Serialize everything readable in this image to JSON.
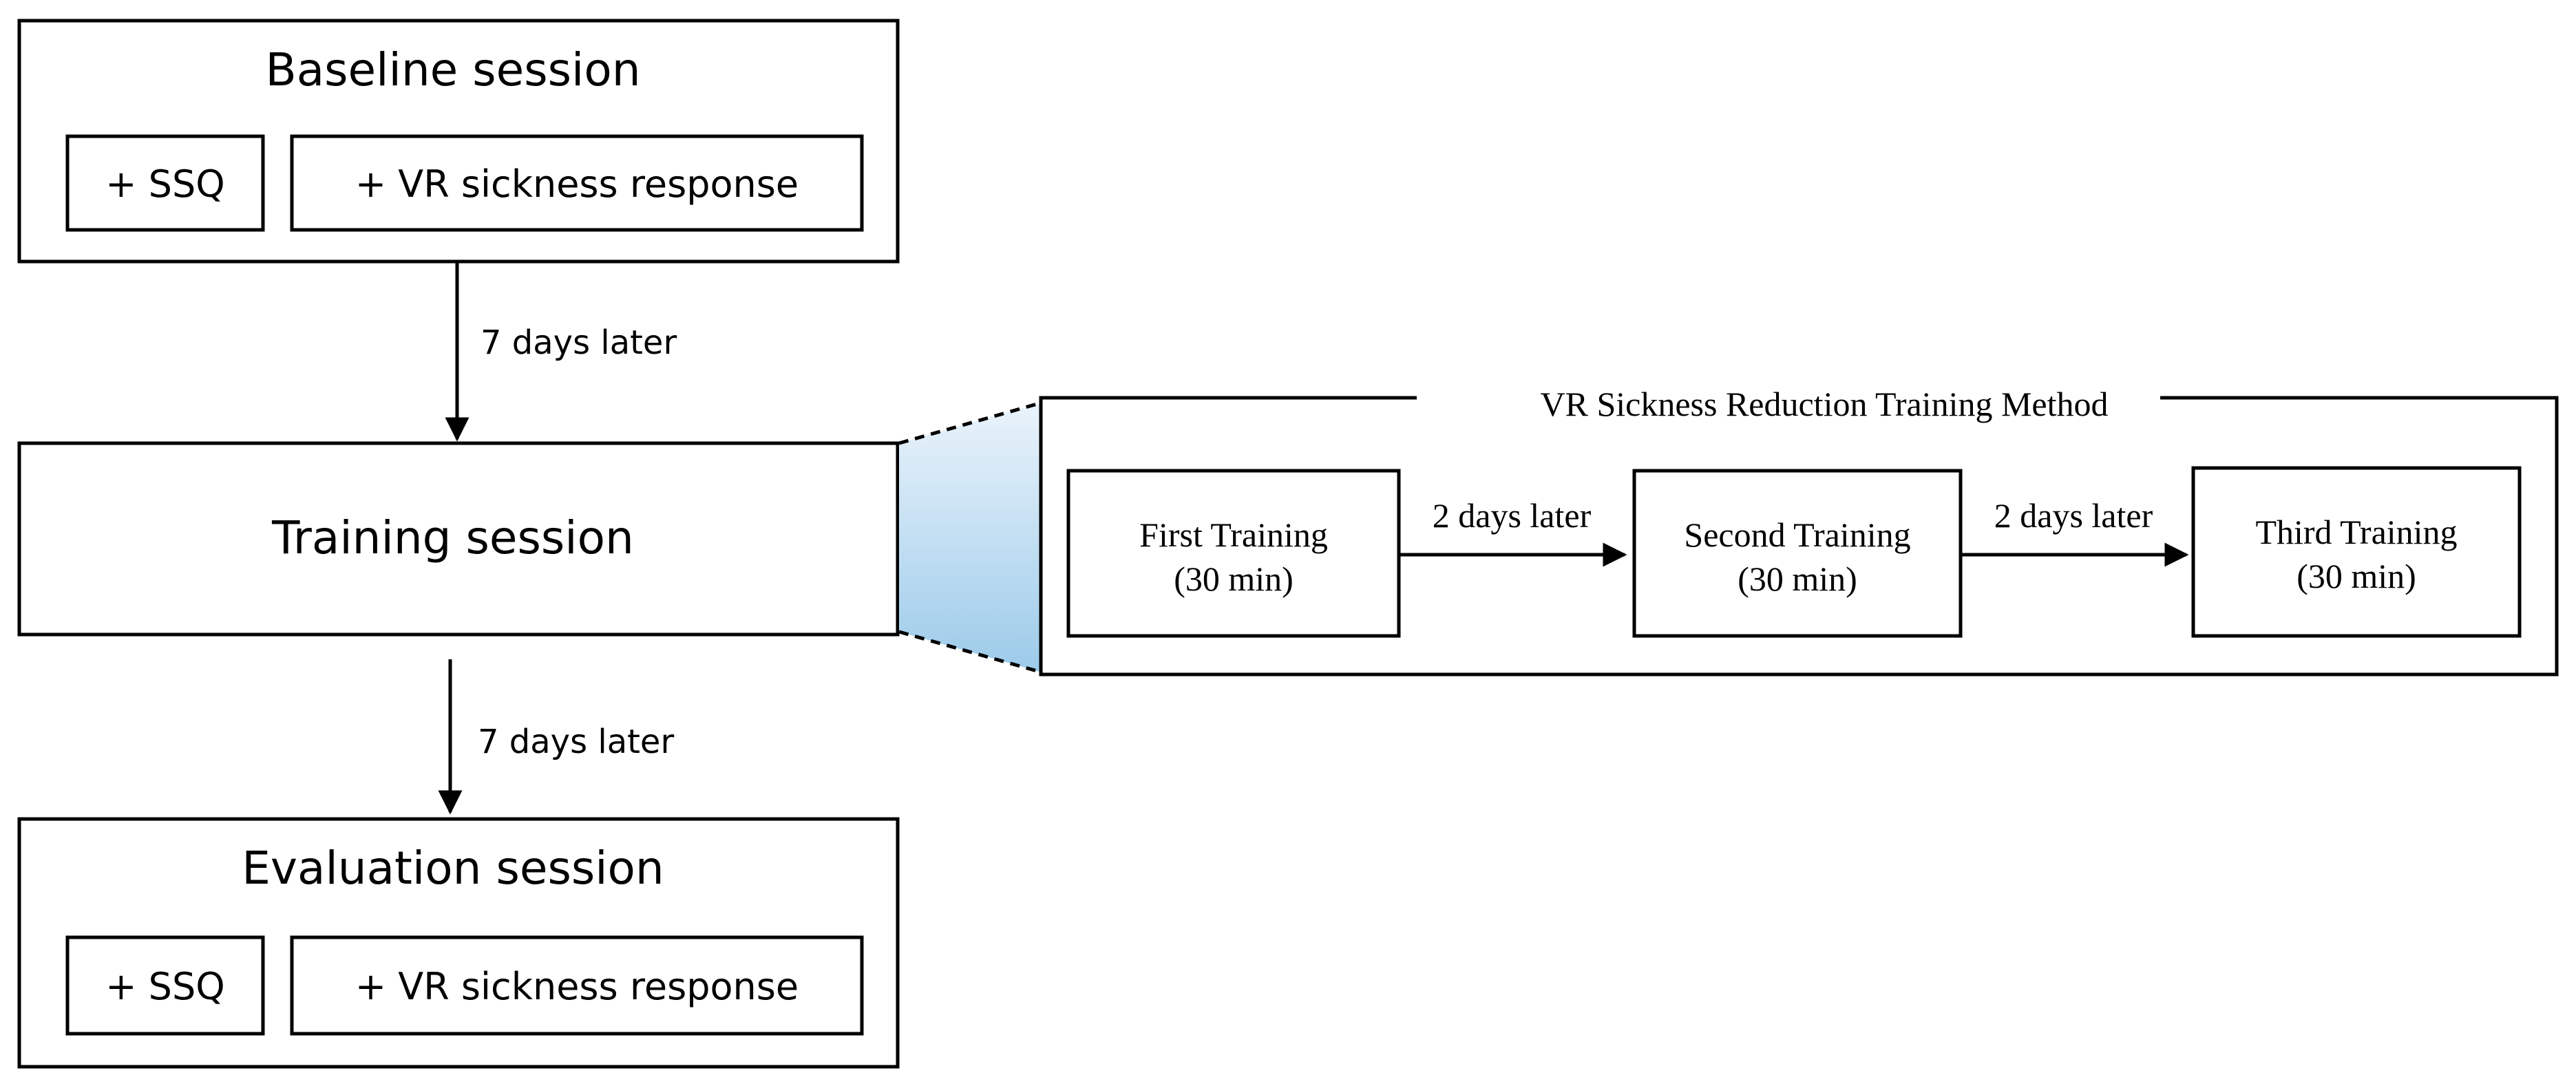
{
  "sessions": {
    "baseline": {
      "title": "Baseline session",
      "measures": [
        "+ SSQ",
        "+ VR sickness response"
      ]
    },
    "training": {
      "title": "Training session"
    },
    "evaluation": {
      "title": "Evaluation session",
      "measures": [
        "+ SSQ",
        "+ VR sickness response"
      ]
    }
  },
  "intervals": {
    "baseline_to_training": "7 days later",
    "training_to_evaluation": "7 days later"
  },
  "method": {
    "title": "VR Sickness Reduction Training Method",
    "steps": [
      {
        "name": "First Training",
        "duration": "(30 min)"
      },
      {
        "name": "Second Training",
        "duration": "(30 min)"
      },
      {
        "name": "Third Training",
        "duration": "(30 min)"
      }
    ],
    "gaps": [
      "2 days later",
      "2 days later"
    ]
  },
  "colors": {
    "stroke": "#000000",
    "zoom_light": "#eaf3fb",
    "zoom_dark": "#9ccbea"
  }
}
